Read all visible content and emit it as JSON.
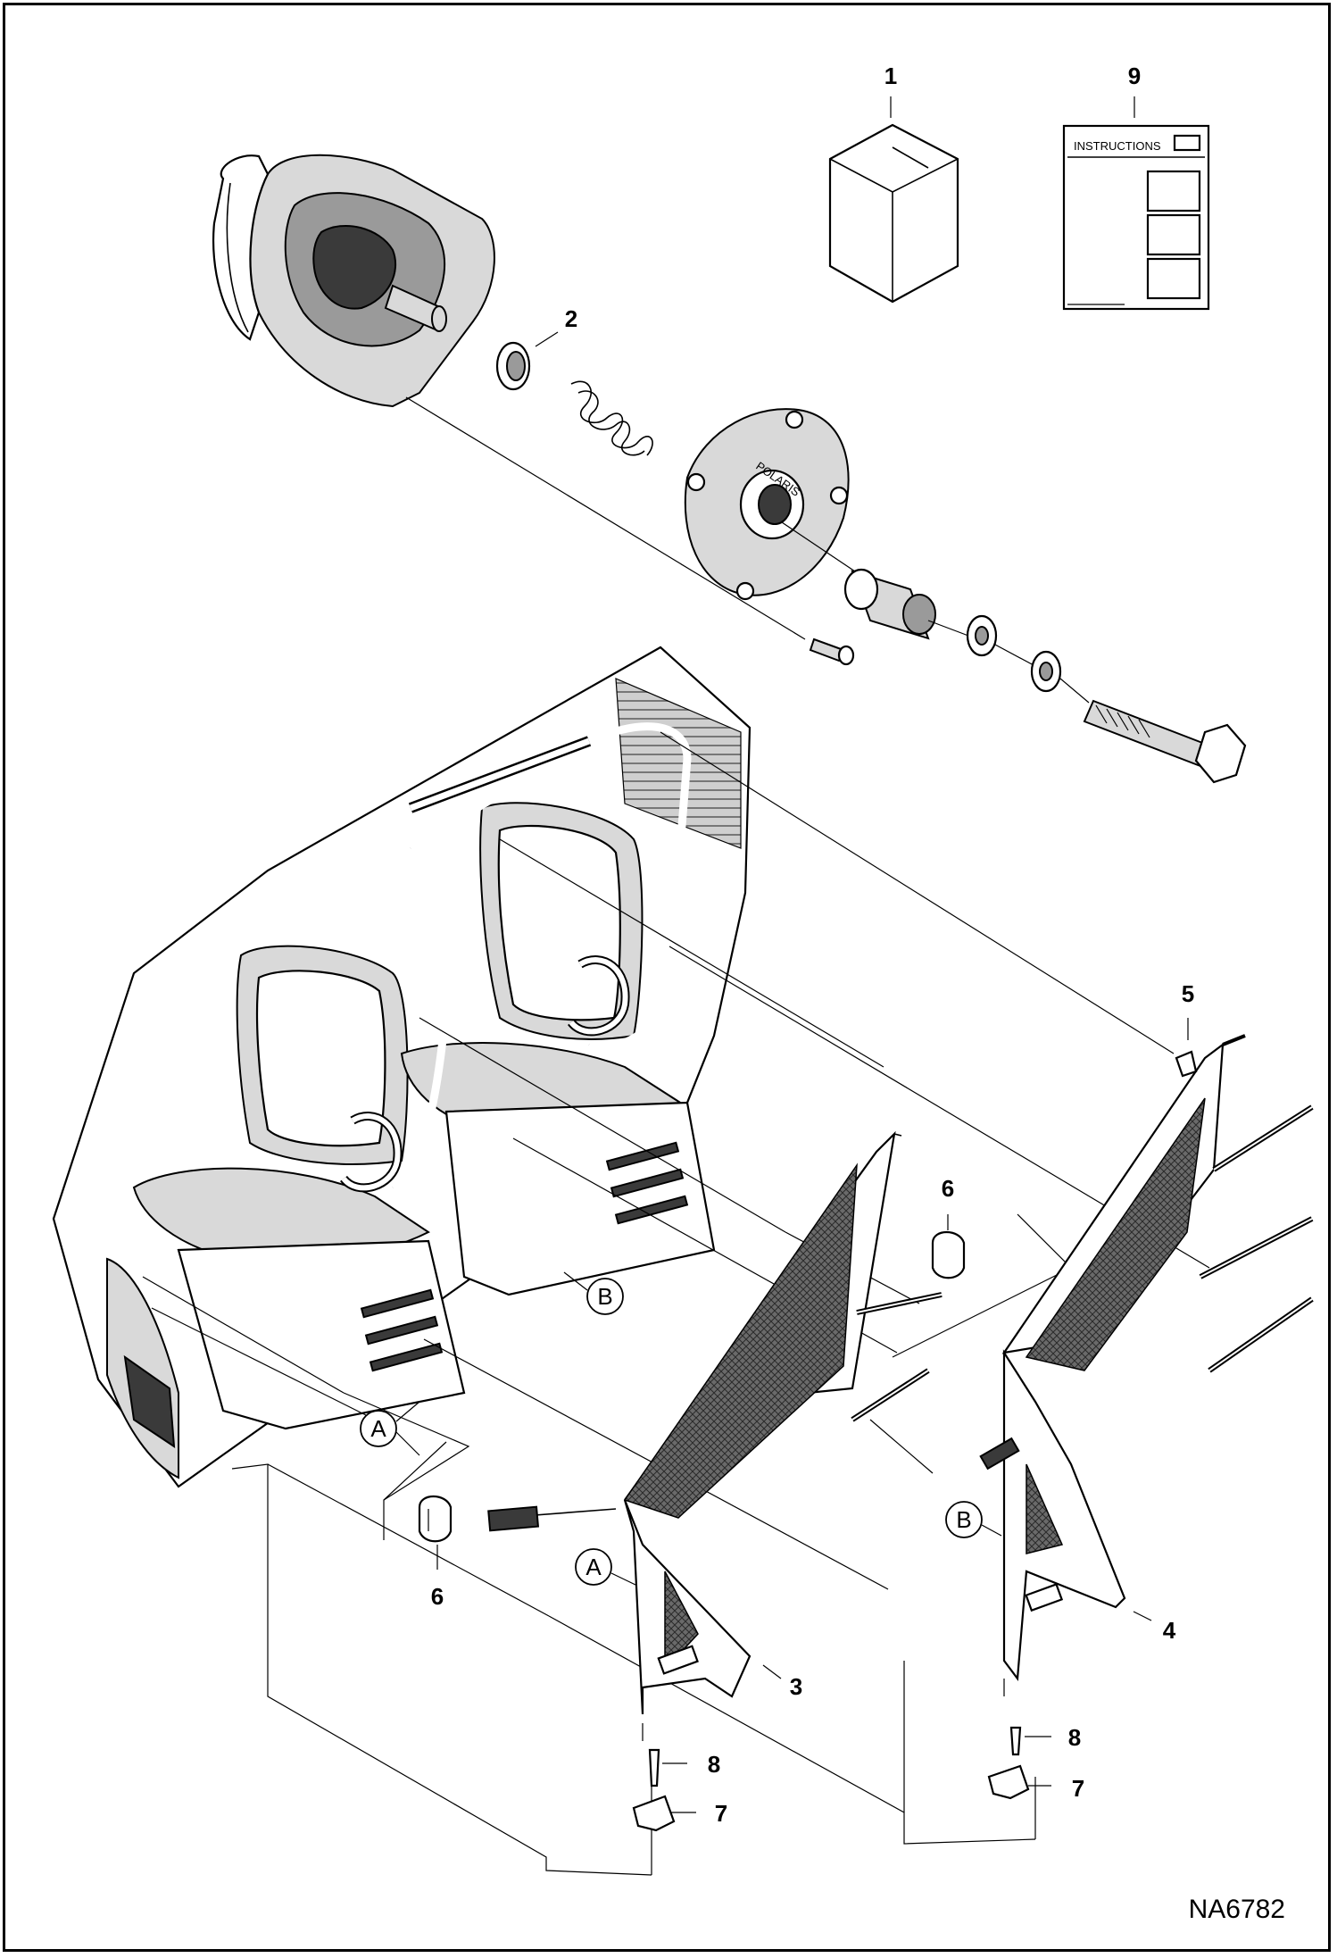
{
  "callouts": {
    "c1": "1",
    "c2": "2",
    "c3": "3",
    "c4": "4",
    "c5": "5",
    "c6a": "6",
    "c6b": "6",
    "c7a": "7",
    "c7b": "7",
    "c8a": "8",
    "c8b": "8",
    "c9": "9"
  },
  "bubbles": {
    "a_vehicle": "A",
    "b_vehicle": "B",
    "a_net": "A",
    "b_net": "B"
  },
  "instructions_label": "INSTRUCTIONS",
  "clutch_logo": "POLARIS",
  "figure_id": "NA6782"
}
